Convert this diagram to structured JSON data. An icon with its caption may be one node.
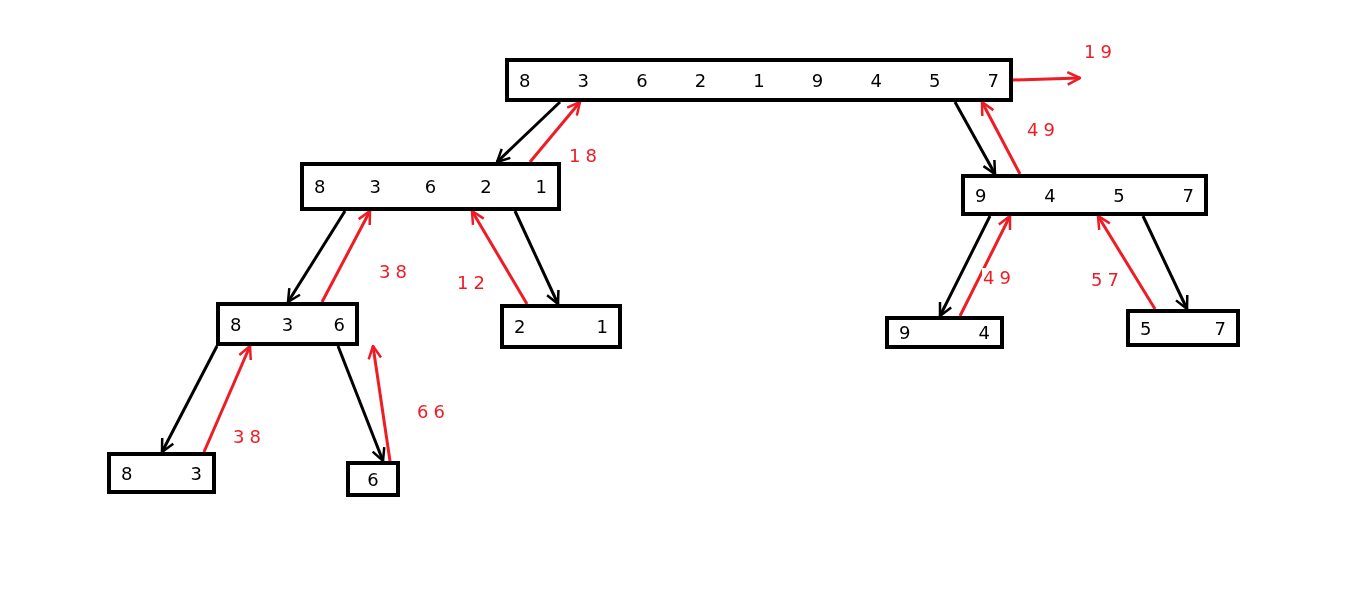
{
  "diagram": {
    "nodes": [
      {
        "text": [
          "8 3 6 2 1 9 4 5 7"
        ]
      },
      {
        "text": [
          "8 3 6 2 1"
        ]
      },
      {
        "text": [
          "9 4 5 7"
        ]
      },
      {
        "text": [
          "8 3 6"
        ]
      },
      {
        "text": [
          "2 1"
        ]
      },
      {
        "text": [
          "9 4"
        ]
      },
      {
        "text": [
          "5 7"
        ]
      },
      {
        "text": [
          "8 3"
        ]
      },
      {
        "text": [
          "6"
        ]
      }
    ],
    "edges": [
      {
        "from": 0,
        "to": 1,
        "arrow": "to",
        "color": "#000000"
      },
      {
        "from": 1,
        "to": 0,
        "arrow": "to",
        "label": "18"
      },
      {
        "from": 0,
        "to": 2,
        "arrow": "to",
        "color": "#000000"
      },
      {
        "from": 2,
        "to": 0,
        "arrow": "to",
        "label": "49"
      },
      {
        "from": 1,
        "to": 3,
        "arrow": "to",
        "color": "#000000"
      },
      {
        "from": 3,
        "to": 1,
        "arrow": "to",
        "label": "38"
      },
      {
        "from": 1,
        "to": 4,
        "arrow": "to",
        "color": "#000000"
      },
      {
        "from": 4,
        "to": 1,
        "arrow": "to",
        "label": "12"
      },
      {
        "from": 2,
        "to": 5,
        "arrow": "to",
        "color": "#000000"
      },
      {
        "from": 5,
        "to": 2,
        "arrow": "to",
        "label": "49"
      },
      {
        "from": 2,
        "to": 6,
        "arrow": "to",
        "color": "#000000"
      },
      {
        "from": 6,
        "to": 2,
        "arrow": "to",
        "label": "57"
      },
      {
        "from": 3,
        "to": 7,
        "arrow": "to",
        "color": "#000000"
      },
      {
        "from": 7,
        "to": 3,
        "arrow": "to",
        "label": "38"
      },
      {
        "from": 3,
        "to": 8,
        "arrow": "to",
        "color": "#000000"
      },
      {
        "from": 8,
        "to": 3,
        "arrow": "to",
        "label": "66"
      },
      {
        "from": 0,
        "to": null,
        "arrow": "to",
        "label": "19"
      }
    ]
  }
}
